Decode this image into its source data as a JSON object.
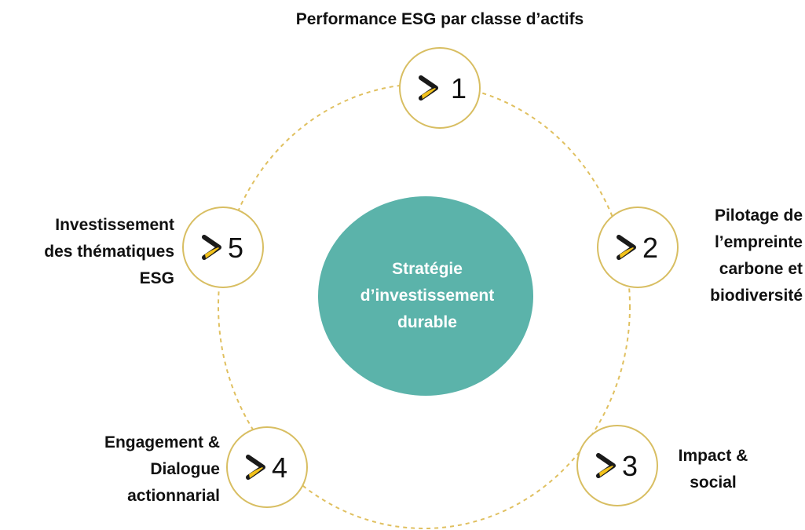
{
  "center": {
    "lines": [
      "Stratégie",
      "d’investissement",
      "durable"
    ]
  },
  "nodes": [
    {
      "number": "1",
      "label_lines": [
        "Performance ESG par classe d’actifs"
      ]
    },
    {
      "number": "2",
      "label_lines": [
        "Pilotage de",
        "l’empreinte",
        "carbone et",
        "biodiversité"
      ]
    },
    {
      "number": "3",
      "label_lines": [
        "Impact &",
        "social"
      ]
    },
    {
      "number": "4",
      "label_lines": [
        "Engagement &",
        "Dialogue",
        "actionnarial"
      ]
    },
    {
      "number": "5",
      "label_lines": [
        "Investissement",
        "des thématiques",
        "ESG"
      ]
    }
  ],
  "colors": {
    "center_fill": "#5BB3AA",
    "ring_dashes": "#E0C060",
    "node_border": "#D8BE62",
    "icon_chevron": "#1A1A1A",
    "icon_accent": "#F2C21B",
    "text": "#111111"
  },
  "icons": {
    "node_icon": "chevron-arrow-icon"
  }
}
